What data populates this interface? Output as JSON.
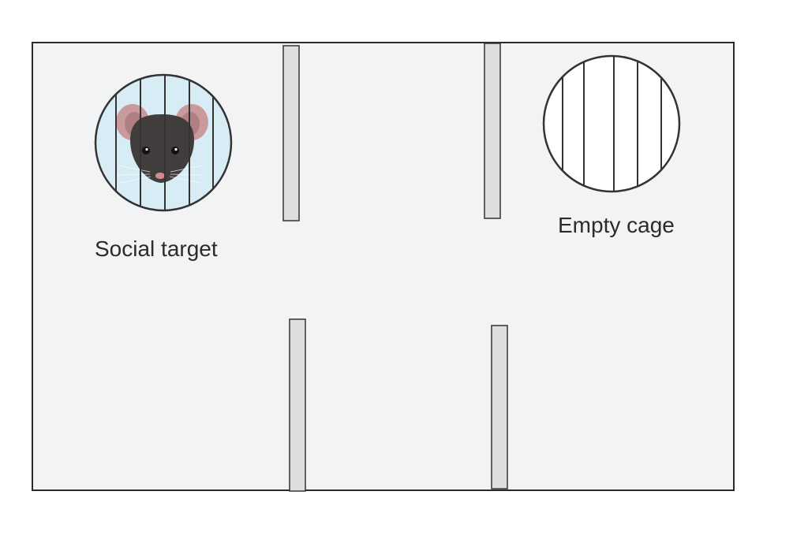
{
  "labels": {
    "social_target": "Social target",
    "empty_cage": "Empty cage"
  },
  "colors": {
    "arena_fill": "#f2f3f5",
    "arena_stroke": "#2a2a2a",
    "wall_fill": "#dedede",
    "wall_stroke": "#333333",
    "cage_occupied_fill": "#d7ecf4",
    "cage_empty_fill": "#ffffff",
    "cage_stroke": "#333333",
    "mouse_fur": "#403d3c",
    "mouse_ear": "#c99a9c",
    "mouse_ear_inner": "#b07f83",
    "mouse_nose": "#d48b90"
  },
  "diagram": {
    "chambers": 3,
    "cages": [
      {
        "name": "social-target-cage",
        "occupied": true,
        "label_key": "social_target"
      },
      {
        "name": "empty-cage",
        "occupied": false,
        "label_key": "empty_cage"
      }
    ]
  }
}
